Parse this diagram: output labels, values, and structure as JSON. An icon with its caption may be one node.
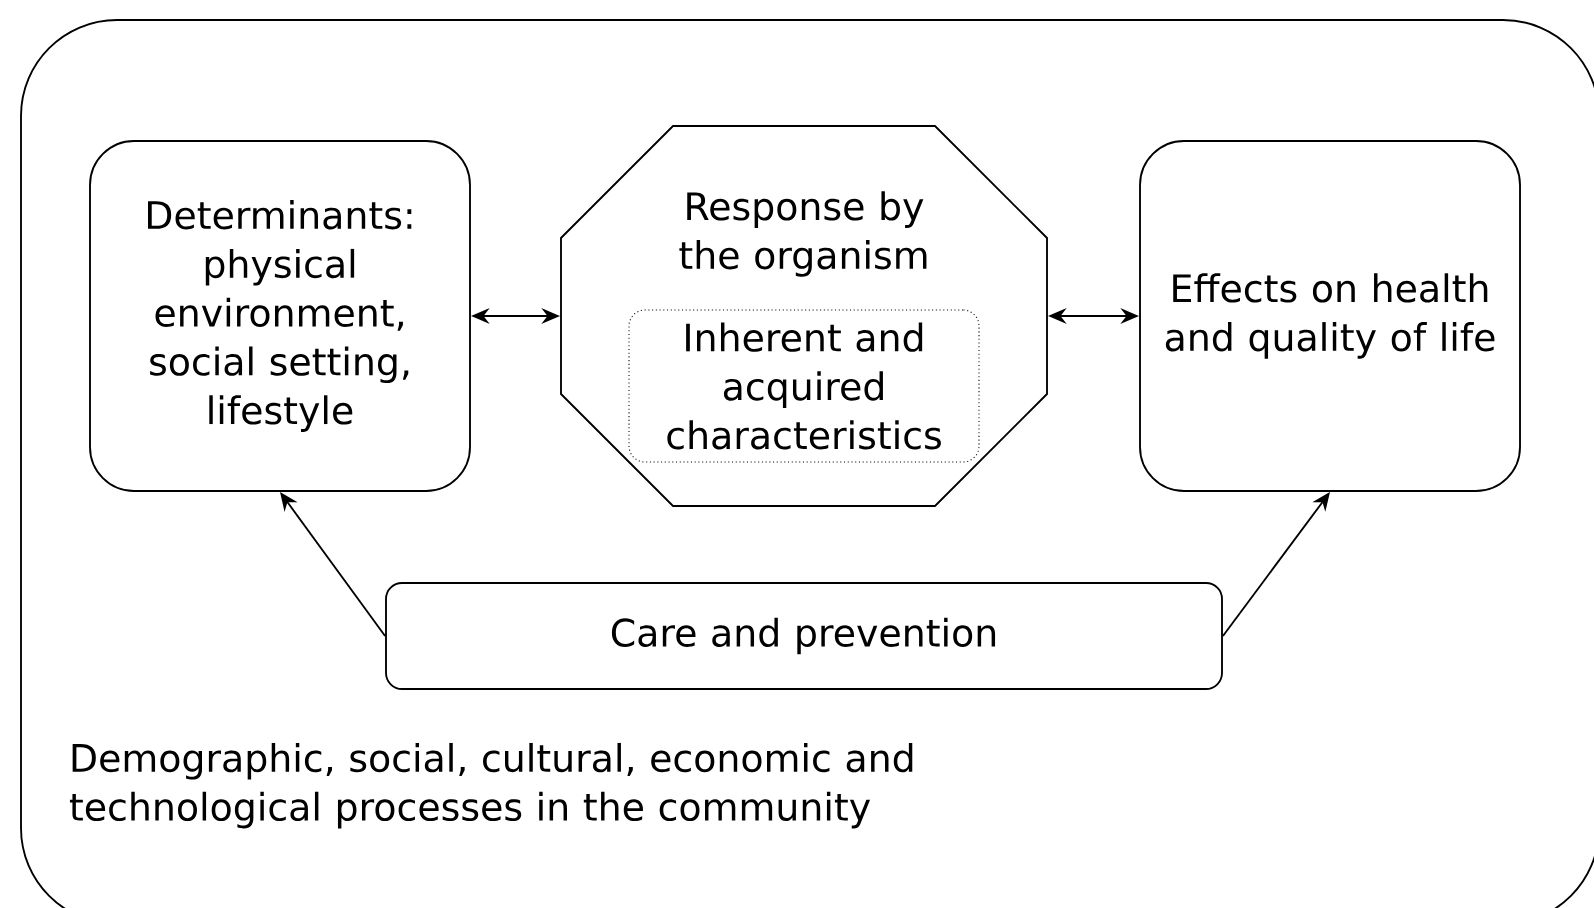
{
  "diagram": {
    "nodes": [
      {
        "text": [
          "Demographic, social, cultural, economic and technological processes in the community"
        ]
      },
      {
        "text": [
          "Determinants: physical environment, social setting, lifestyle"
        ],
        "in": 0
      },
      {
        "text": [
          "Response by the organism"
        ],
        "in": 0
      },
      {
        "text": [
          "Inherent and acquired characteristics"
        ],
        "in": 2
      },
      {
        "text": [
          "Effects on health and quality of life"
        ],
        "in": 0
      },
      {
        "text": [
          "Care and prevention"
        ],
        "in": 0
      }
    ],
    "edges": [
      {
        "from": 1,
        "to": 2,
        "arrow": "both"
      },
      {
        "from": 2,
        "to": 4,
        "arrow": "both"
      },
      {
        "from": 5,
        "to": 1,
        "arrow": "to"
      },
      {
        "from": 5,
        "to": 4,
        "arrow": "to"
      }
    ]
  }
}
